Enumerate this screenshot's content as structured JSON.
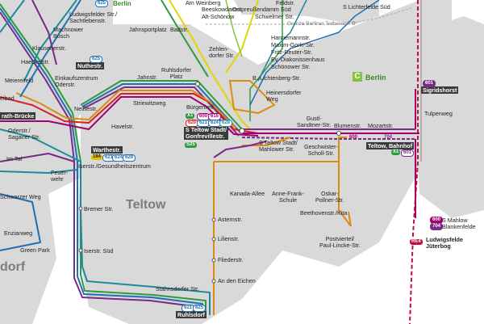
{
  "colors": {
    "background_area": "#d9d9d9",
    "sbahn_green": "#2f9a3e",
    "regional_red": "#c40a3e",
    "tram_orange": "#d98c12",
    "bus_purple": "#7a2a87",
    "bus_magenta": "#a3006e",
    "bus_blue": "#1f6fb4",
    "bus_teal": "#1a8c9a",
    "yellow_line": "#e3d400",
    "red_line": "#d62027"
  },
  "map": {
    "district_label": "Teltow",
    "district_label_left": "dorf",
    "berlin_top": "Berlin",
    "berlin_zone_letter": "C",
    "berlin_zone_label": "Berlin",
    "boundary_label": "Grenze Berliner Teilbereich B"
  },
  "stations": {
    "ludwigsfelder": "Ludwigsfelder Str./\nSachtlebenstr.",
    "machnower_busch": "Machnower\nBusch",
    "klausenerstr": "Klausenerstr.",
    "haeckelstr": "Haeckelstr.",
    "nuthestr": "Nuthestr.",
    "meiereifeld": "Meiereifeld",
    "einkaufszentrum": "Einkaufszentrum\nOderstr.",
    "eibad": "eibad",
    "neissestr": "Neißestr.",
    "rath_bruecke": "rath-Brücke",
    "oderstr": "Oderstr./\nSaganer Str.",
    "havelstr": "Havelstr.",
    "im_tal": "Im Tal",
    "warthestr": "Warthestr.",
    "feuerwehr": "Feuer-\nwehr",
    "iserstr": "Iserstr./Gesundheitszentrum",
    "schwarzer_weg": "Schwarzer Weg",
    "bremer_str": "Bremer Str.",
    "enzianweg": "Enzianweg",
    "green_park": "Green Park",
    "iserstr_sued": "Iserstr. Süd",
    "jahnsportplatz": "Jahnsportplatz",
    "badstr": "Badstr.",
    "zehlendorfer": "Zehlen-\ndorfer Str.",
    "jahnstr": "Jahnstr.",
    "ruhlsdorfer_platz": "Ruhlsdorfer\nPlatz",
    "striewitzweg": "Striewitzweg",
    "buergertreff": "Bürgertreff",
    "s_teltow_stadt": "S Teltow Stadt/\nGonfrevillestr.",
    "am_weinberg": "Am Weinberg",
    "beeskowdamm": "Beeskowdamm",
    "alt_schoenow": "Alt-Schönow",
    "ostpreussendamm": "Ostpreußendamm Süd",
    "schwelmer": "Schwelmer Str.",
    "feldstr": "Feldstr.",
    "hannemannstr": "Hannemannstr.",
    "maxim_gorki": "Maxim-Gorki-Str.",
    "fritz_reuter": "Fritz-Reuter-Str.",
    "diakonissenhaus": "Ev. Diakonissenhaus",
    "schoenower": "Schönower Str.",
    "s_lichterfelde": "S Lichterfelde Süd",
    "b_lichtenberg": "B.-Lichtenberg-Str.",
    "heinersdorfer": "Heinersdorfer\nWeg",
    "s_teltow_mahlower": "S Teltow Stadt/\nMahlower Str.",
    "geschwister": "Geschwister-\nScholl-Str.",
    "gustl": "Gustl-\nSandtner-Str.",
    "blumenstr": "Blumenstr.",
    "mozartstr": "Mozartstr.",
    "teltow_bahnhof": "Teltow, Bahnhof",
    "sigridshorst": "Sigridshorst",
    "tulpenweg": "Tulpenweg",
    "kanada_allee": "Kanada-Allee",
    "anne_frank": "Anne-Frank-\nSchule",
    "oskar_pollner": "Oskar-\nPollner-Str.",
    "beethovenstr": "Beethovenstr./Kita",
    "postiertel": "Postviertel/\nPaul-Lincke-Str.",
    "asternstr": "Asternstr.",
    "lilienstr": "Lilienstr.",
    "fliederstr": "Fliederstr.",
    "an_den_eichen": "An den Eichen",
    "stahnsdorfer": "Stahnsdorfer Str.",
    "ruhlsdorf": "Ruhlsdorf",
    "s_mahlow": "S Mahlow",
    "blankenfelde": "Blankenfelde",
    "ludwigsfelde_jueterbog": "Ludwigsfelde\nJüterbog"
  },
  "badges": {
    "b625_top": "625",
    "b625_nuthe": "625",
    "b184": "184",
    "b621": "621",
    "b624": "624",
    "b629": "629",
    "b600_center": "600",
    "b615": "615",
    "b620": "620",
    "b621b": "621",
    "b624b": "624",
    "b628": "628",
    "s25_a": "S25",
    "s25_b": "S25",
    "x1": "X1",
    "b601": "601",
    "b621_bottom": "621",
    "b625_bottom": "625",
    "b600_right": "600",
    "b704_right": "704",
    "b601_sig": "601",
    "x1_right": "X1",
    "b601_right": "601",
    "re4": "RE4",
    "line600_label": "600",
    "line704_label": "704",
    "line601_label": "601"
  }
}
